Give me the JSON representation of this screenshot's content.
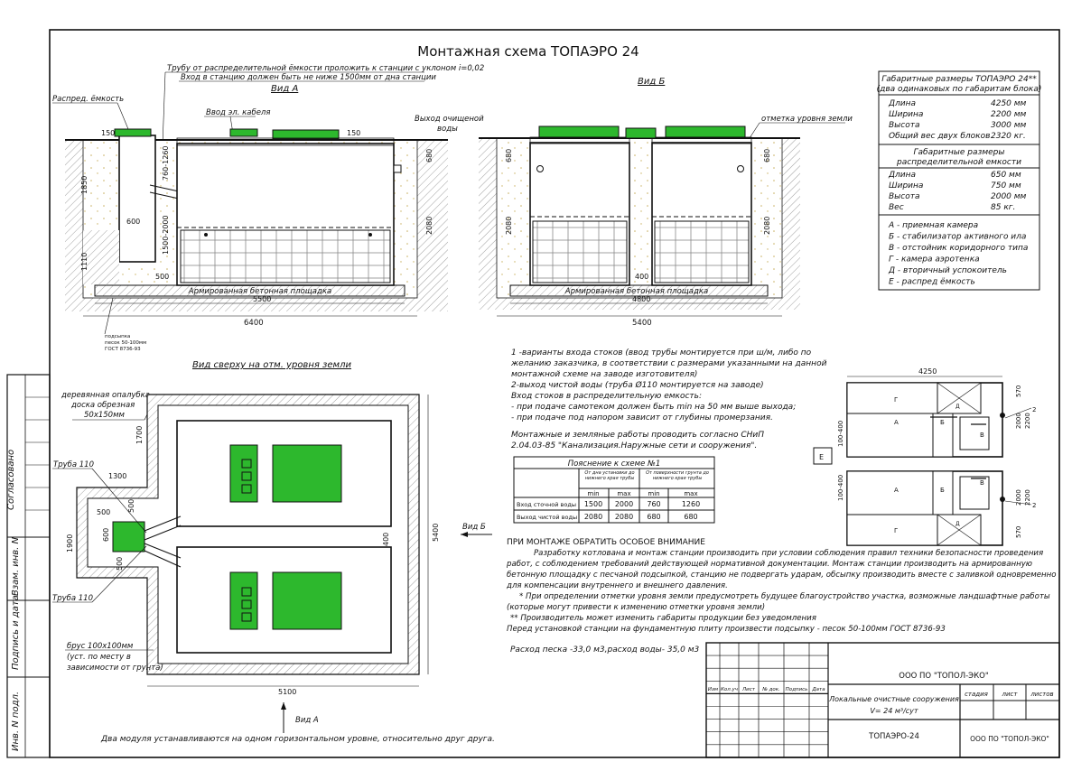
{
  "title": "Монтажная схема ТОПАЭРО 24",
  "view_a": {
    "title": "Вид А",
    "pipe_note_1": "Трубу от распределительной ёмкости проложить к станции с уклоном i=0,02",
    "pipe_note_2": "Вход в станцию должен быть не ниже 1500мм от дна станции",
    "distrib_label": "Распред. ёмкость",
    "cable_label": "Ввод эл. кабеля",
    "outlet_label_1": "Выход очищеной",
    "outlet_label_2": "воды",
    "slab_label": "Армированная бетонная площадка",
    "dims": {
      "d150a": "150",
      "d150b": "150",
      "d1850": "1850",
      "d760": "760-1260",
      "d600": "600",
      "d1500": "1500-2000",
      "d1110": "1110",
      "d500": "500",
      "d680": "680",
      "d2080": "2080",
      "d5500": "5500",
      "d6400": "6400"
    },
    "sand_note_1": "подсыпка",
    "sand_note_2": "песок 50-100мм",
    "sand_note_3": "ГОСТ 8736-93"
  },
  "view_b": {
    "title": "Вид Б",
    "ground_label": "отметка уровня земли",
    "slab_label": "Армированная бетонная площадка",
    "dims": {
      "d680": "680",
      "d2080": "2080",
      "d400": "400",
      "d4800": "4800",
      "d5400": "5400",
      "d680r": "680",
      "d2080r": "2080"
    }
  },
  "top_view": {
    "title": "Вид сверху на отм. уровня земли",
    "formwork_1": "деревянная опалубка",
    "formwork_2": "доска обрезная",
    "formwork_3": "50х150мм",
    "pipe110a": "Труба 110",
    "pipe110b": "Труба 110",
    "beam_1": "брус 100х100мм",
    "beam_2": "(уст. по месту в",
    "beam_3": "зависимости от грунта)",
    "view_b_arrow": "Вид Б",
    "view_a_arrow": "Вид А",
    "dims": {
      "d1700": "1700",
      "d1300": "1300",
      "d500a": "500",
      "d500b": "500",
      "d600": "600",
      "d1900": "1900",
      "d500c": "500",
      "d400": "400",
      "d5400": "5400",
      "d5100": "5100"
    },
    "bottom_note": "Два модуля устанавливаются на одном горизонтальном уровне, относительно друг друга."
  },
  "dimensions_table": {
    "header_1": "Габаритные размеры ТОПАЭРО 24**",
    "header_2": "(два одинаковых по габаритам блока)",
    "rows": [
      [
        "Длина",
        "4250 мм"
      ],
      [
        "Ширина",
        "2200 мм"
      ],
      [
        "Высота",
        "3000 мм"
      ],
      [
        "Общий вес двух блоков",
        "2320 кг."
      ]
    ],
    "header_3": "Габаритные размеры",
    "header_4": "распределительной емкости",
    "rows2": [
      [
        "Длина",
        "650 мм"
      ],
      [
        "Ширина",
        "750 мм"
      ],
      [
        "Высота",
        "2000 мм"
      ],
      [
        "Вес",
        "85 кг."
      ]
    ],
    "legend": [
      "А - приемная камера",
      "Б - стабилизатор активного ила",
      "В - отстойник коридорного типа",
      "Г - камера аэротенка",
      "Д - вторичный успокоитель",
      "Е - распред ёмкость"
    ]
  },
  "notes": {
    "n1": "1 -варианты входа  стоков (ввод трубы монтируется при ш/м, либо по",
    "n2": "желанию заказчика, в соответствии с размерами указанными на данной",
    "n3": "монтажной схеме на заводе изготовителя)",
    "n4": "2-выход чистой воды (труба Ø110 монтируется на заводе)",
    "n5": "Вход стоков в распределительную емкость:",
    "n6": "- при подаче самотеком должен быть min на 50 мм выше выхода;",
    "n7": "- при подаче под напором зависит от глубины промерзания.",
    "n8": "Монтажные и земляные работы проводить согласно СНиП",
    "n9": "2.04.03-85 \"Канализация.Наружные сети и сооружения\"."
  },
  "explain_table": {
    "title": "Пояснение к схеме №1",
    "col1": "От дна установки до нижнего края трубы",
    "col2": "От поверхности грунта до нижнего края трубы",
    "min": "min",
    "max": "max",
    "rows": [
      [
        "Вход сточной воды",
        "1500",
        "2000",
        "760",
        "1260"
      ],
      [
        "Выход чистой воды",
        "2080",
        "2080",
        "680",
        "680"
      ]
    ]
  },
  "attention": {
    "title": "ПРИ МОНТАЖЕ ОБРАТИТЬ ОСОБОЕ ВНИМАНИЕ",
    "p1": "Разработку котлована и монтаж станции производить при условии соблюдения правил техники безопасности проведения",
    "p2": "работ, с соблюдением требований действующей нормативной документации. Монтаж станции производить на армированную",
    "p3": "бетонную площадку с песчаной подсыпкой, станцию не подвергать ударам, обсыпку производить вместе с заливкой одновременно",
    "p4": "для компенсации внутреннего и внешнего давления.",
    "p5": "* При определении отметки уровня земли предусмотреть будущее благоустройство участка, возможные ландшафтные работы",
    "p6": "(которые могут привести к изменению отметки уровня земли)",
    "p7": "** Производитель может изменить габариты продукции без уведомления",
    "p8": "Перед установкой станции на фундаментную плиту произвести подсыпку - песок 50-100мм ГОСТ  8736-93",
    "sand": "Расход песка -33,0  м3,расход воды- 35,0 м3"
  },
  "plan": {
    "d4250": "4250",
    "d570a": "570",
    "d2000a": "2000",
    "d2200a": "2200",
    "d100a": "100-400",
    "d100b": "100-400",
    "d2000b": "2000",
    "d2200b": "2200",
    "d570b": "570",
    "callout2a": "2",
    "callout2b": "2",
    "g1": "Г",
    "d1": "Д",
    "a1": "А",
    "b1": "Б",
    "v1": "В",
    "e": "Е",
    "a2": "А",
    "b2": "Б",
    "v2": "В",
    "g2": "Г",
    "d2": "Д"
  },
  "stamp": {
    "org": "ООО ПО \"ТОПОЛ-ЭКО\"",
    "cols": [
      "Изм",
      "Кол.уч",
      "Лист",
      "№ док.",
      "Подпись",
      "Дата"
    ],
    "desc_1": "Локальные очистные сооружения",
    "desc_2": "V= 24 м³/сут",
    "stage": "стадия",
    "sheet": "лист",
    "sheets": "листов",
    "name": "ТОПАЭРО-24",
    "org2": "ООО ПО \"ТОПОЛ-ЭКО\""
  },
  "side": {
    "agreed": "Согласовано",
    "inv_vz": "Взам. инв. N",
    "sign_date": "Подпись и дата",
    "inv_podl": "Инв. N подл."
  }
}
